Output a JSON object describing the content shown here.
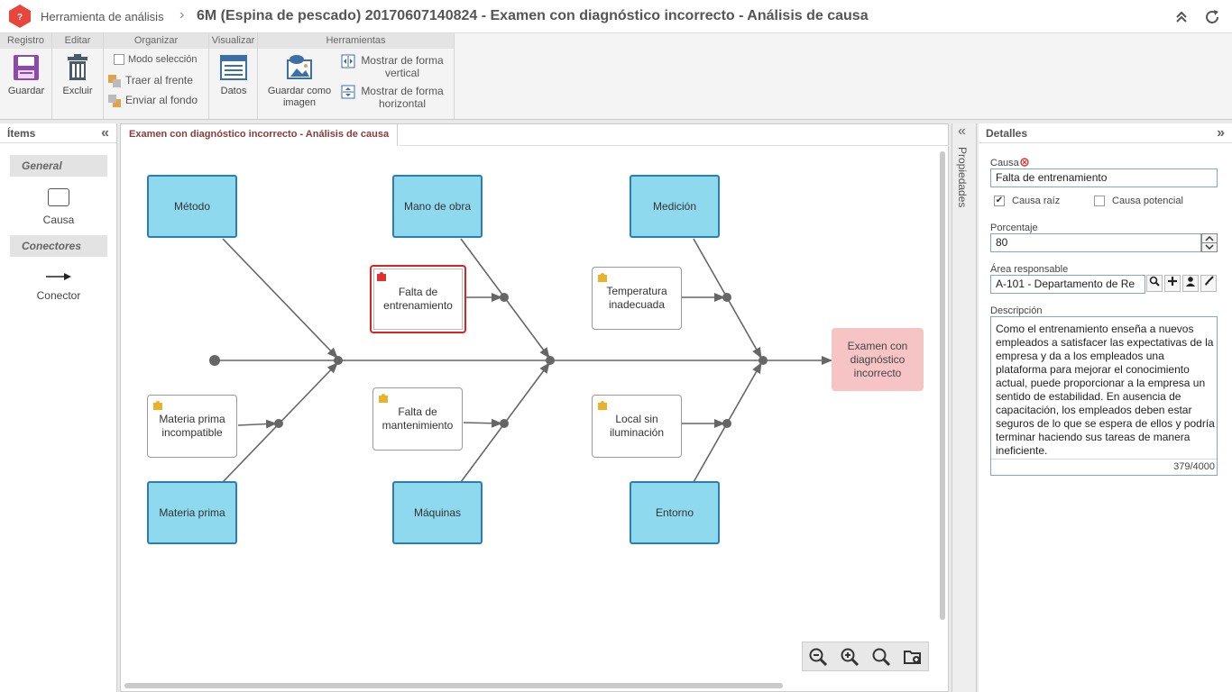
{
  "app": {
    "logo_icon": "question-hexagon-icon",
    "name": "Herramienta de análisis",
    "separator": "›",
    "document_title": "6M (Espina de pescado) 20170607140824 - Examen con diagnóstico incorrecto - Análisis de causa"
  },
  "ribbon": {
    "groups": {
      "registro": "Registro",
      "editar": "Editar",
      "organizar": "Organizar",
      "visualizar": "Visualizar",
      "herramientas": "Herramientas"
    },
    "save": "Guardar",
    "delete": "Excluir",
    "selection_mode": "Modo selección",
    "bring_front": "Traer al frente",
    "send_back": "Enviar al fondo",
    "data": "Datos",
    "save_image_1": "Guardar como",
    "save_image_2": "imagen",
    "show_vertical_1": "Mostrar de forma",
    "show_vertical_2": "vertical",
    "show_horizontal_1": "Mostrar de forma",
    "show_horizontal_2": "horizontal"
  },
  "items_panel": {
    "title": "Ítems",
    "collapse": "«",
    "general": "General",
    "cause_tool": "Causa",
    "connectors": "Conectores",
    "connector_tool": "Conector"
  },
  "diagram": {
    "tab": "Examen con diagnóstico incorrecto - Análisis de causa",
    "categories": {
      "metodo": "Método",
      "mano_obra": "Mano de obra",
      "medicion": "Medición",
      "materia_prima": "Materia prima",
      "maquinas": "Máquinas",
      "entorno": "Entorno"
    },
    "causes": {
      "falta_entrenamiento": "Falta de entrenamiento",
      "temperatura": "Temperatura inadecuada",
      "materia_incompatible": "Materia prima incompatible",
      "falta_mantenimiento": "Falta de mantenimiento",
      "local_sin_iluminacion": "Local sin iluminación"
    },
    "effect": "Examen con diagnóstico incorrecto",
    "colors": {
      "category_fill": "#8fd9ee",
      "category_border": "#2a7fb1",
      "effect_fill": "#f7c4c6",
      "selected_border": "#dd2222",
      "line": "#666666"
    }
  },
  "properties_strip": {
    "label": "Propiedades",
    "collapse": "«"
  },
  "details": {
    "title": "Detalles",
    "expand": "»",
    "cause_label": "Causa",
    "cause_value": "Falta de entrenamiento",
    "root_cause": "Causa raíz",
    "root_cause_checked": true,
    "potential_cause": "Causa potencial",
    "potential_cause_checked": false,
    "percentage_label": "Porcentaje",
    "percentage_value": "80",
    "area_label": "Área responsable",
    "area_value": "A-101 - Departamento de Re",
    "description_label": "Descripción",
    "description_value": "Como el entrenamiento enseña a nuevos empleados a satisfacer las expectativas de la empresa y da a los empleados una plataforma para mejorar el conocimiento actual, puede proporcionar a la empresa un sentido de estabilidad. En ausencia de capacitación, los empleados deben estar seguros de lo que se espera de ellos y podría terminar haciendo sus tareas de manera ineficiente.",
    "char_count": "379/4000"
  }
}
